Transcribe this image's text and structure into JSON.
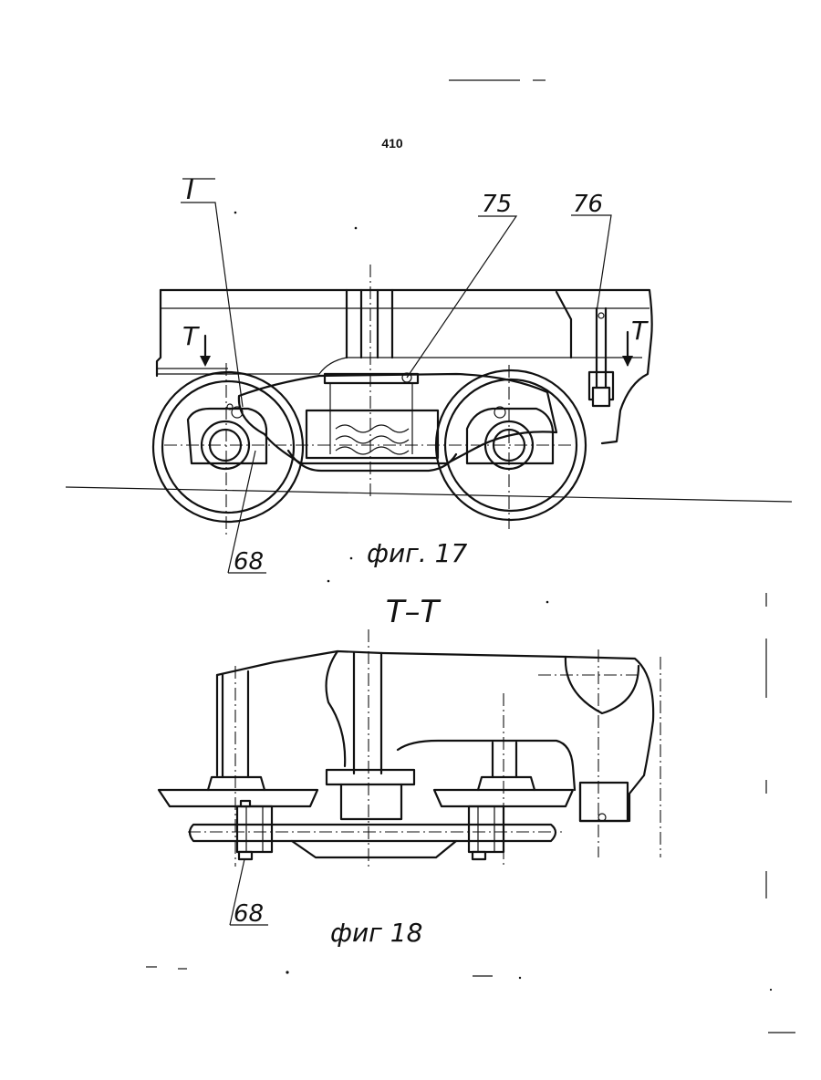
{
  "page_number": "410",
  "figure17": {
    "caption": "фиг. 17",
    "label_I": "I",
    "label_75": "75",
    "label_76": "76",
    "label_68": "68",
    "section_mark_left": "T",
    "section_mark_right": "T"
  },
  "figure18": {
    "section_title": "T–T",
    "caption": "фиг 18",
    "label_68": "68"
  }
}
